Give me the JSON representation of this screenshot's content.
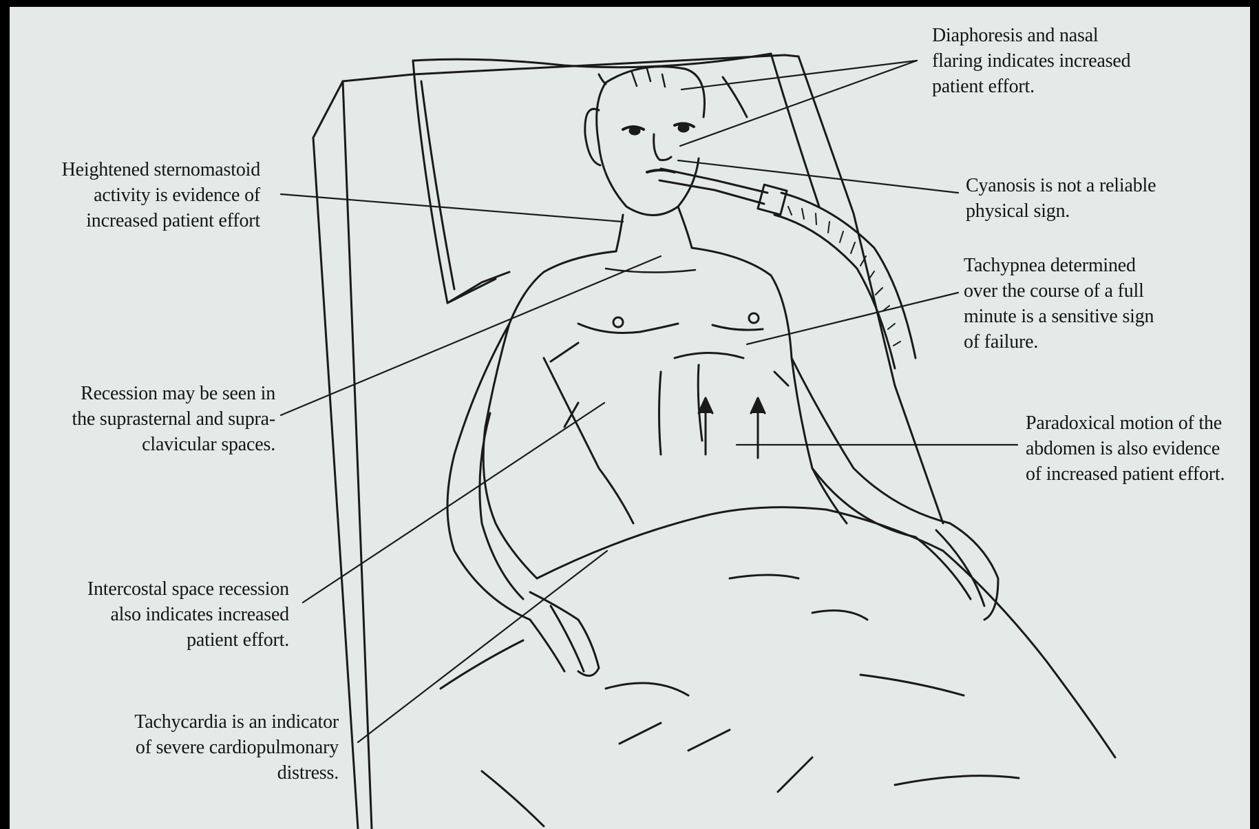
{
  "annotations": {
    "diaphoresis": "Diaphoresis and nasal\nflaring indicates increased\npatient effort.",
    "cyanosis": "Cyanosis is not a reliable\nphysical sign.",
    "tachypnea": "Tachypnea determined\nover the course of a full\nminute is a sensitive sign\nof failure.",
    "paradoxical": "Paradoxical motion of the\nabdomen is also evidence\nof increased patient effort.",
    "sternomastoid": "Heightened sternomastoid\nactivity is evidence of\nincreased patient effort",
    "recession": "Recession may be seen in\nthe suprasternal and supra-\nclavicular spaces.",
    "intercostal": "Intercostal space recession\nalso indicates increased\npatient effort.",
    "tachycardia": "Tachycardia is an indicator\nof severe cardiopulmonary\ndistress."
  },
  "colors": {
    "paper": "#e4eae7",
    "ink": "#151515",
    "frame": "#000000"
  }
}
